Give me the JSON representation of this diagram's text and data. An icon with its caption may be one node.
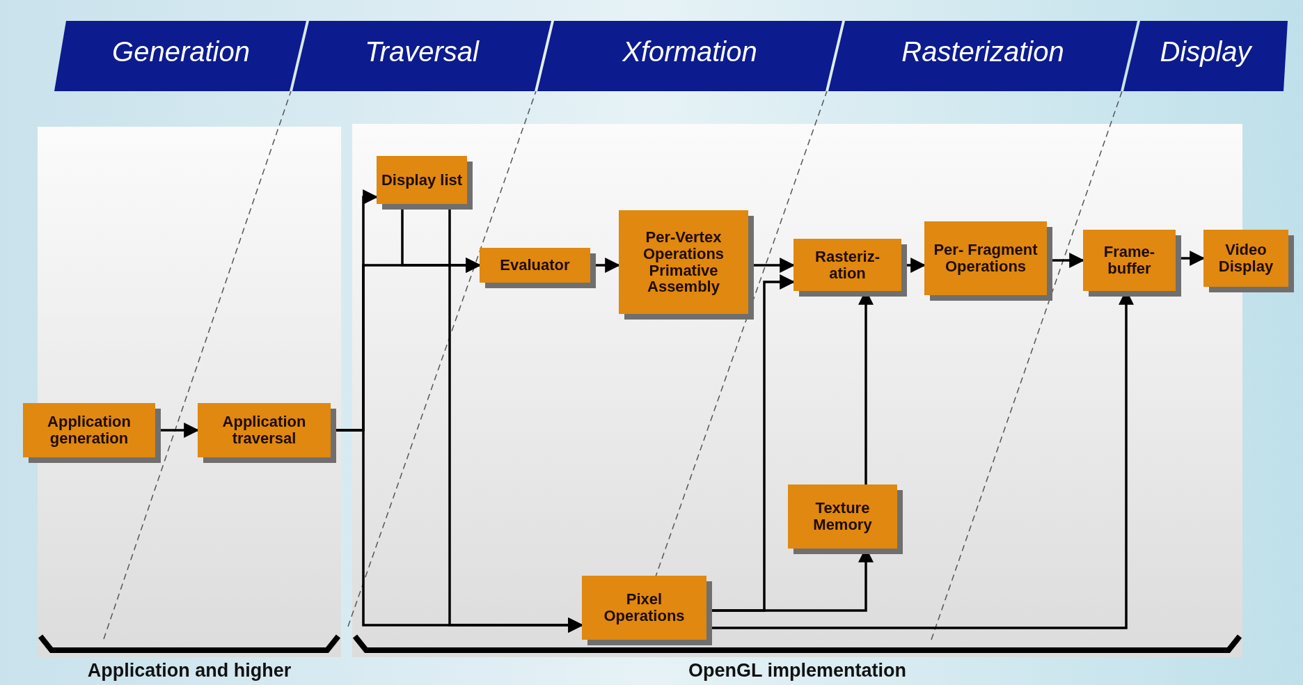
{
  "diagram": {
    "nodes": [
      {
        "text": [
          "Generation"
        ]
      },
      {
        "text": [
          "Traversal"
        ]
      },
      {
        "text": [
          "Xformation"
        ]
      },
      {
        "text": [
          "Rasterization"
        ]
      },
      {
        "text": [
          "Display"
        ]
      },
      {
        "text": [
          "Application and higher"
        ]
      },
      {
        "text": [
          "OpenGL implementation"
        ]
      },
      {
        "text": [
          "Application generation"
        ]
      },
      {
        "text": [
          "Application traversal"
        ],
        "in": 5
      },
      {
        "text": [
          "Display list"
        ],
        "in": 6
      },
      {
        "text": [
          "Evaluator"
        ],
        "in": 6
      },
      {
        "text": [
          "Per-Vertex Operations Primative Assembly"
        ],
        "in": 6
      },
      {
        "text": [
          "Rasteriz- ation"
        ],
        "in": 6
      },
      {
        "text": [
          "Per- Fragment Operations"
        ],
        "in": 6
      },
      {
        "text": [
          "Frame- buffer"
        ],
        "in": 6
      },
      {
        "text": [
          "Video Display"
        ]
      },
      {
        "text": [
          "Texture Memory"
        ],
        "in": 6
      },
      {
        "text": [
          "Pixel Operations"
        ],
        "in": 6
      }
    ],
    "edges": [
      {
        "from": 7,
        "to": 8,
        "arrow": "to"
      },
      {
        "from": 8,
        "to": 9,
        "arrow": "to"
      },
      {
        "from": 8,
        "to": 10,
        "arrow": "to"
      },
      {
        "from": 8,
        "to": 17,
        "arrow": "to"
      },
      {
        "from": 9,
        "to": 10,
        "arrow": "to"
      },
      {
        "from": 9,
        "to": 17,
        "arrow": "to"
      },
      {
        "from": 10,
        "to": 11,
        "arrow": "to"
      },
      {
        "from": 11,
        "to": 12,
        "arrow": "to"
      },
      {
        "from": 12,
        "to": 13,
        "arrow": "to"
      },
      {
        "from": 13,
        "to": 14,
        "arrow": "to"
      },
      {
        "from": 14,
        "to": 15,
        "arrow": "to"
      },
      {
        "from": 17,
        "to": 12,
        "arrow": "to"
      },
      {
        "from": 17,
        "to": 16,
        "arrow": "to"
      },
      {
        "from": 16,
        "to": 12,
        "arrow": "to"
      },
      {
        "from": 17,
        "to": 14,
        "arrow": "to"
      }
    ]
  }
}
